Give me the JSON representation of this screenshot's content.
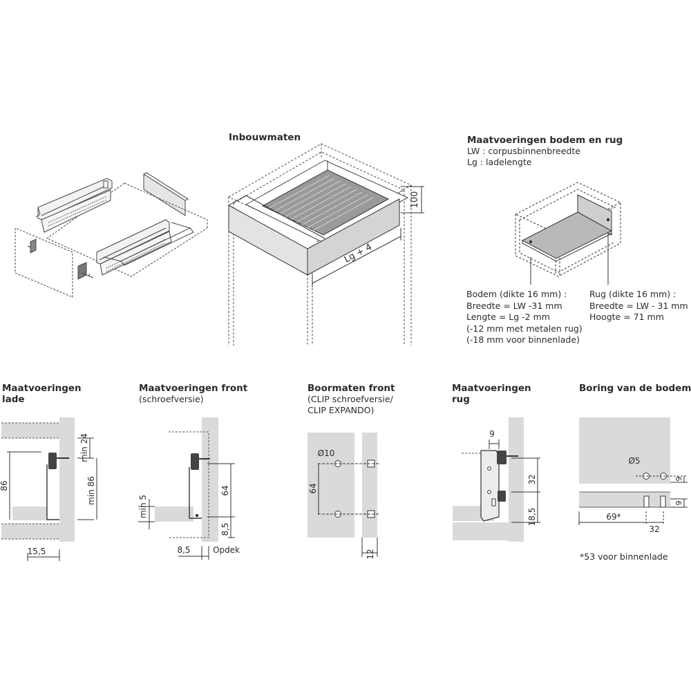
{
  "top": {
    "inbouw_title": "Inbouwmaten",
    "inbouw_height": "100",
    "inbouw_length": "Lg + 4",
    "bodem_rug_title": "Maatvoeringen bodem en rug",
    "lw_def": "LW : corpusbinnenbreedte",
    "lg_def": "Lg : ladelengte",
    "bodem_lines": [
      "Bodem (dikte 16 mm) :",
      "Breedte = LW -31 mm",
      "Lengte = Lg -2 mm",
      "(-12 mm met metalen rug)",
      "(-18 mm voor binnenlade)"
    ],
    "rug_lines": [
      "Rug (dikte 16 mm) :",
      "Breedte = LW - 31 mm",
      "Hoogte = 71 mm"
    ]
  },
  "lade": {
    "title1": "Maatvoeringen",
    "title2": "lade",
    "dim_86": "86",
    "dim_min24": "min 24",
    "dim_min86": "min 86",
    "dim_155": "15,5"
  },
  "front": {
    "title": "Maatvoeringen front",
    "subtitle": "(schroefversie)",
    "dim_min5": "min 5",
    "dim_64": "64",
    "dim_85v": "8,5",
    "dim_85h": "8,5",
    "opdek": "Opdek"
  },
  "boor": {
    "title": "Boormaten front",
    "sub1": "(CLIP schroefversie/",
    "sub2": "CLIP EXPANDO)",
    "dia": "Ø10",
    "dim_64": "64",
    "dim_12": "12"
  },
  "rug": {
    "title1": "Maatvoeringen",
    "title2": "rug",
    "dim_9": "9",
    "dim_32": "32",
    "dim_185": "18,5"
  },
  "boring": {
    "title": "Boring van de bodem",
    "dia": "Ø5",
    "dim_9a": "9",
    "dim_9b": "9",
    "dim_69": "69*",
    "dim_32": "32",
    "note": "*53 voor binnenlade"
  },
  "colors": {
    "panel": "#dadadb",
    "line": "#3a3a3a",
    "dash": "#555555"
  }
}
